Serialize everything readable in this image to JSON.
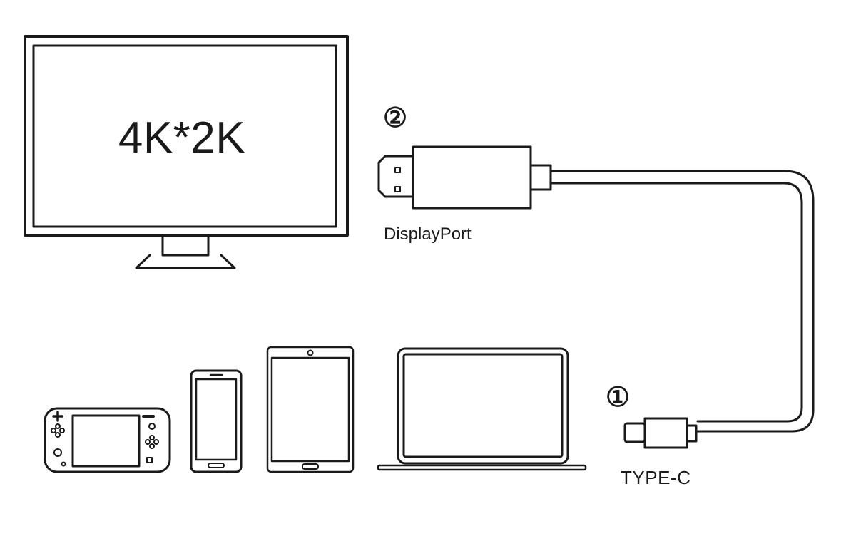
{
  "monitor": {
    "resolution_text": "4K*2K"
  },
  "connectors": {
    "displayport": {
      "step": "②",
      "label": "DisplayPort"
    },
    "type_c": {
      "step": "①",
      "label": "TYPE-C"
    }
  },
  "source_devices": [
    "handheld-console",
    "smartphone",
    "tablet",
    "laptop"
  ]
}
